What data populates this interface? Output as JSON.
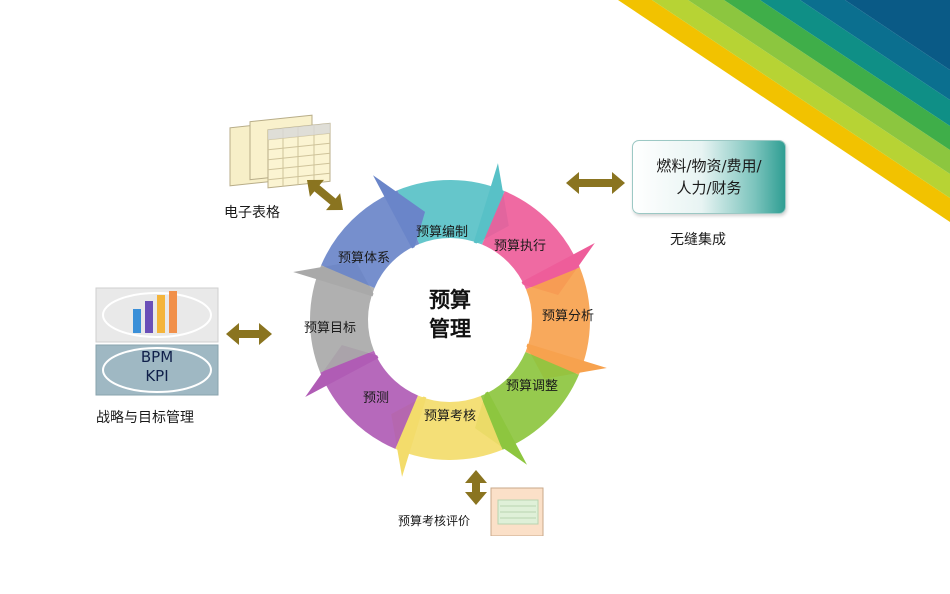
{
  "center": {
    "line1": "预算",
    "line2": "管理"
  },
  "stages": [
    {
      "label": "预算编制",
      "color": "#58c1c7"
    },
    {
      "label": "预算执行",
      "color": "#ee5d9a"
    },
    {
      "label": "预算分析",
      "color": "#f7a24e"
    },
    {
      "label": "预算调整",
      "color": "#8dc63f"
    },
    {
      "label": "预算考核",
      "color": "#f3dc6b"
    },
    {
      "label": "预测",
      "color": "#b05cb5"
    },
    {
      "label": "预算目标",
      "color": "#a9a9a9"
    },
    {
      "label": "预算体系",
      "color": "#6a85c9"
    }
  ],
  "satellites": {
    "spreadsheet": {
      "label": "电子表格",
      "icon": "spreadsheet-icon"
    },
    "integration": {
      "box_text": "燃料/物资/费用/\n人力/财务",
      "label": "无缝集成"
    },
    "strategy": {
      "kpi_text": "BPM\nKPI",
      "label": "战略与目标管理",
      "icon": "bar-chart-icon"
    },
    "evaluation": {
      "label": "预算考核评价",
      "icon": "document-icon"
    }
  },
  "colors": {
    "connector_arrow": "#8a7420"
  }
}
